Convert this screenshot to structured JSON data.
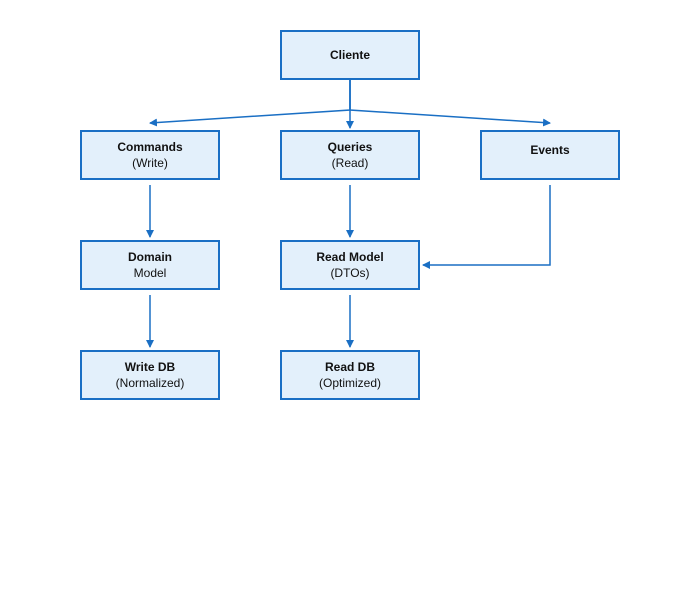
{
  "colors": {
    "node_fill": "#e3f0fb",
    "node_border": "#1a6fc4",
    "edge": "#1a6fc4"
  },
  "nodes": {
    "cliente": {
      "title": "Cliente",
      "subtitle": ""
    },
    "commands": {
      "title": "Commands",
      "subtitle": "(Write)"
    },
    "queries": {
      "title": "Queries",
      "subtitle": "(Read)"
    },
    "events": {
      "title": "Events",
      "subtitle": ""
    },
    "domain": {
      "title": "Domain",
      "subtitle": "Model"
    },
    "read_model": {
      "title": "Read Model",
      "subtitle": "(DTOs)"
    },
    "write_db": {
      "title": "Write DB",
      "subtitle": "(Normalized)"
    },
    "read_db": {
      "title": "Read DB",
      "subtitle": "(Optimized)"
    }
  },
  "edges": [
    {
      "from": "cliente",
      "to": "commands"
    },
    {
      "from": "cliente",
      "to": "queries"
    },
    {
      "from": "cliente",
      "to": "events"
    },
    {
      "from": "commands",
      "to": "domain"
    },
    {
      "from": "queries",
      "to": "read_model"
    },
    {
      "from": "events",
      "to": "read_model"
    },
    {
      "from": "domain",
      "to": "write_db"
    },
    {
      "from": "read_model",
      "to": "read_db"
    }
  ]
}
